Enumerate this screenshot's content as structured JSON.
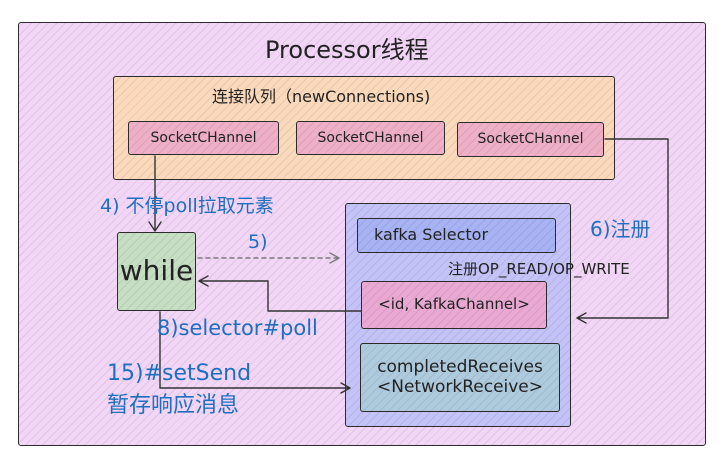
{
  "processor": {
    "title": "Processor线程"
  },
  "queue": {
    "title": "连接队列（newConnections)",
    "channels": [
      {
        "label": "SocketCHannel"
      },
      {
        "label": "SocketCHannel"
      },
      {
        "label": "SocketCHannel"
      }
    ]
  },
  "loop": {
    "label": "while"
  },
  "selector": {
    "title": "kafka Selector",
    "register_note": "注册OP_READ/OP_WRITE",
    "channels_map": "<id, KafkaChannel>",
    "completed_receives": {
      "line1": "completedReceives",
      "line2": "<NetworkReceive>"
    }
  },
  "steps": {
    "step4": "4) 不停poll拉取元素",
    "step5": "5)",
    "step6": "6)注册",
    "step8": "8)selector#poll",
    "step15": "15)#setSend",
    "step15_note": "暂存响应消息"
  },
  "colors": {
    "step_text": "#1f6fc0",
    "stroke": "#2b2b2b",
    "processor_fill": "#f2d6f6",
    "queue_fill": "#fadabb",
    "channel_fill": "#eeb0c6",
    "loop_fill": "#c6dfc3",
    "selector_group_fill": "#c3c3f7",
    "selector_fill": "#a7b3f3",
    "channels_map_fill": "#e9a9d2",
    "completed_receives_fill": "#aecbdd"
  }
}
